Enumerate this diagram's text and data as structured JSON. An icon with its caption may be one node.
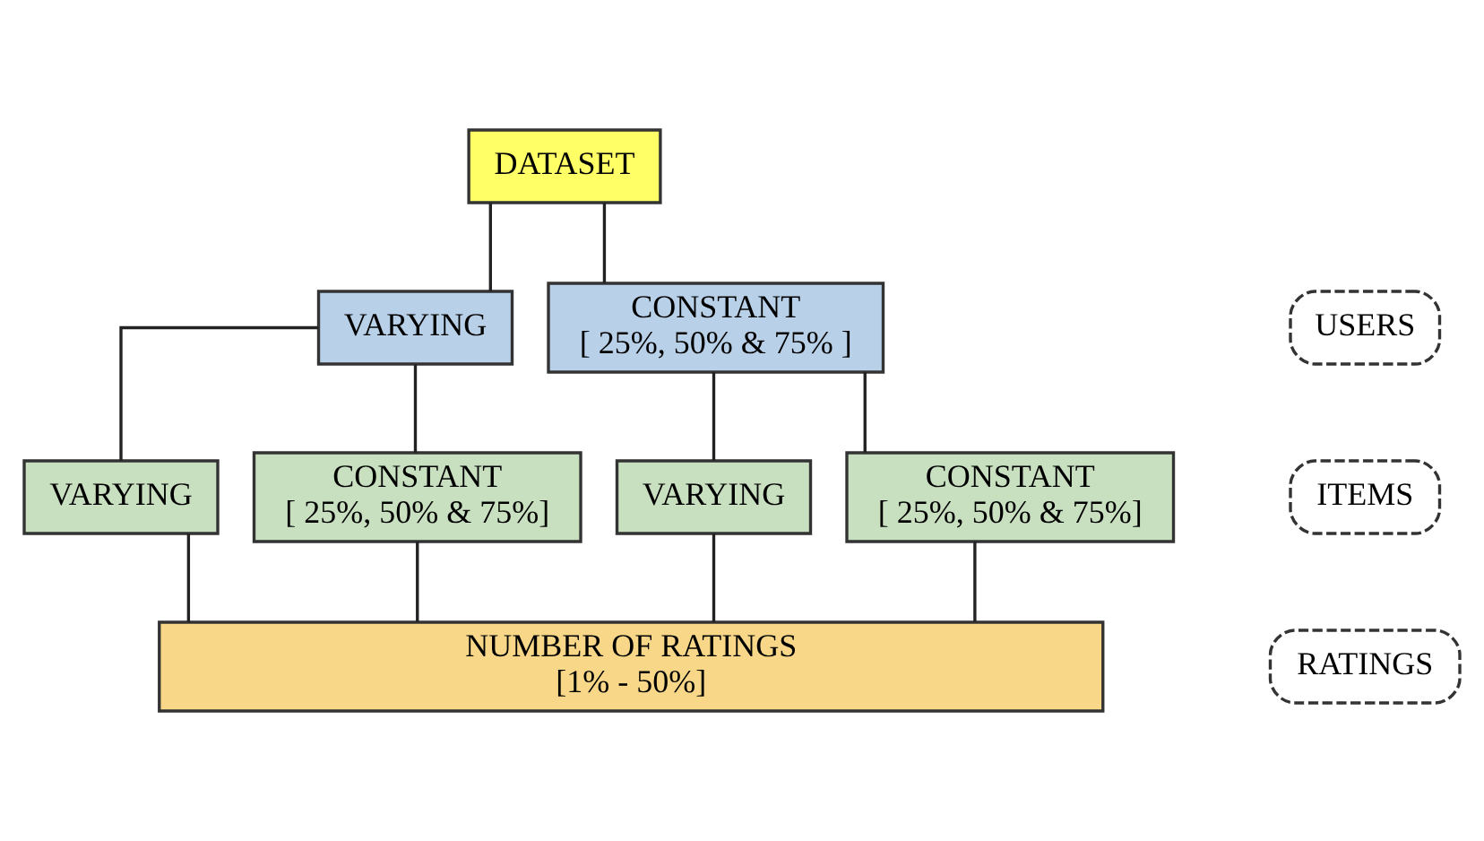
{
  "diagram": {
    "nodes": [
      {
        "text": [
          "DATASET"
        ]
      },
      {
        "text": [
          "VARYING"
        ]
      },
      {
        "text": [
          "CONSTANT",
          "[ 25%, 50% & 75% ]"
        ]
      },
      {
        "text": [
          "VARYING"
        ]
      },
      {
        "text": [
          "CONSTANT",
          "[ 25%, 50% & 75%]"
        ]
      },
      {
        "text": [
          "VARYING"
        ]
      },
      {
        "text": [
          "CONSTANT",
          "[ 25%, 50% & 75%]"
        ]
      },
      {
        "text": [
          "NUMBER OF RATINGS",
          "[1% - 50%]"
        ]
      },
      {
        "text": [
          "USERS"
        ]
      },
      {
        "text": [
          "ITEMS"
        ]
      },
      {
        "text": [
          "RATINGS"
        ]
      }
    ],
    "edges": [
      {
        "from": 0,
        "to": 1,
        "arrow": "none"
      },
      {
        "from": 0,
        "to": 2,
        "arrow": "none"
      },
      {
        "from": 1,
        "to": 3,
        "arrow": "none"
      },
      {
        "from": 1,
        "to": 4,
        "arrow": "none"
      },
      {
        "from": 2,
        "to": 5,
        "arrow": "none"
      },
      {
        "from": 2,
        "to": 6,
        "arrow": "none"
      },
      {
        "from": 3,
        "to": 7,
        "arrow": "none"
      },
      {
        "from": 4,
        "to": 7,
        "arrow": "none"
      },
      {
        "from": 5,
        "to": 7,
        "arrow": "none"
      },
      {
        "from": 6,
        "to": 7,
        "arrow": "none"
      }
    ]
  }
}
